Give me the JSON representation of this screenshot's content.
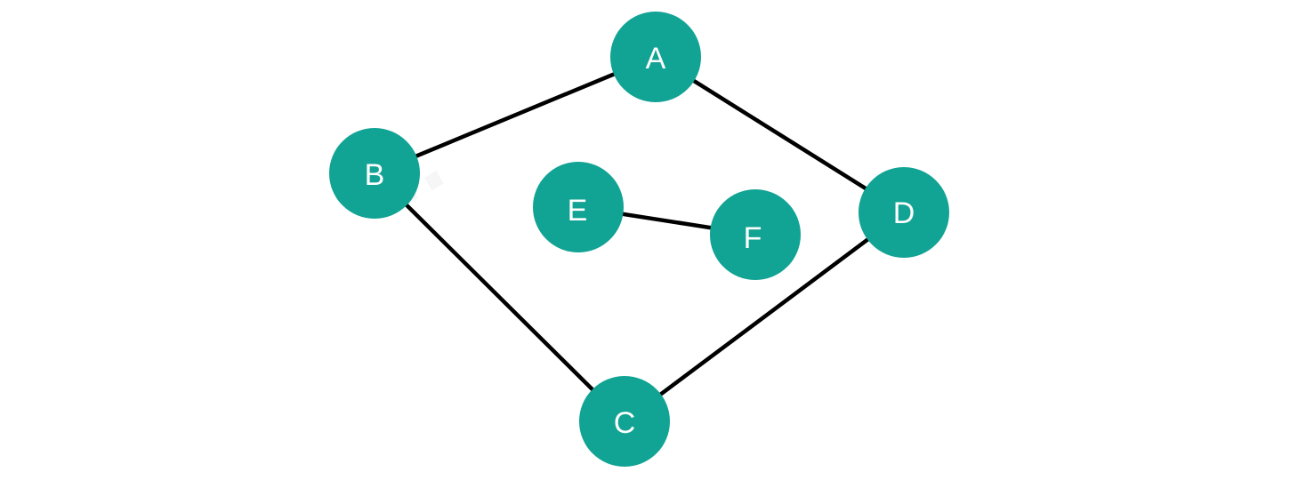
{
  "colors": {
    "node_fill": "#11A394",
    "node_text": "#ffffff",
    "edge": "#000000"
  },
  "graph": {
    "nodes": [
      {
        "id": "A",
        "label": "A"
      },
      {
        "id": "B",
        "label": "B"
      },
      {
        "id": "C",
        "label": "C"
      },
      {
        "id": "D",
        "label": "D"
      },
      {
        "id": "E",
        "label": "E"
      },
      {
        "id": "F",
        "label": "F"
      }
    ],
    "edges": [
      {
        "from": "A",
        "to": "B"
      },
      {
        "from": "A",
        "to": "D"
      },
      {
        "from": "B",
        "to": "C"
      },
      {
        "from": "C",
        "to": "D"
      },
      {
        "from": "E",
        "to": "F"
      }
    ]
  }
}
